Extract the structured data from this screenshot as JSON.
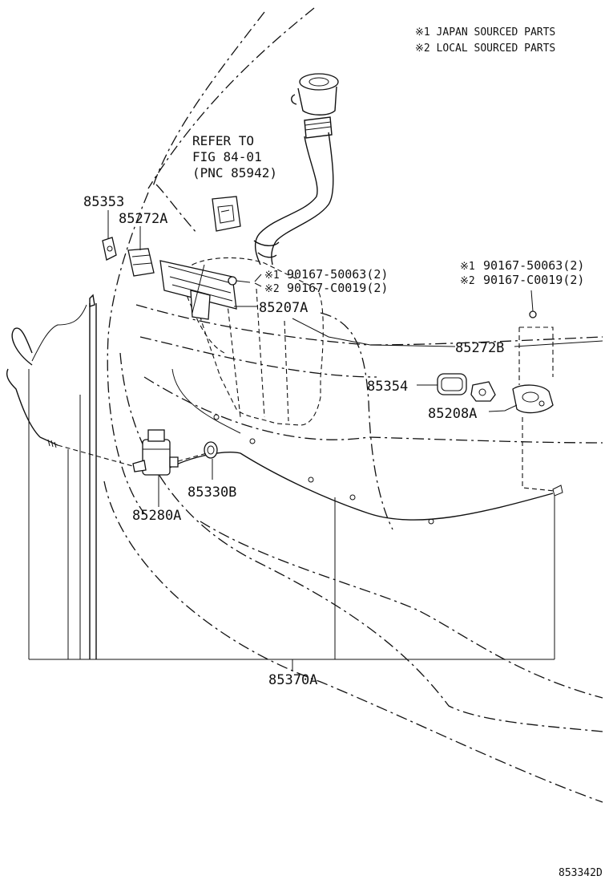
{
  "legend": {
    "line1": "※1 JAPAN SOURCED PARTS",
    "line2": "※2 LOCAL SOURCED PARTS"
  },
  "refer": {
    "line1": "REFER TO",
    "line2": "FIG 84-01",
    "line3": "(PNC 85942)"
  },
  "callouts": {
    "p85353": "85353",
    "p85272A": "85272A",
    "bolt1_mark": "※1",
    "bolt1": "90167-50063(2)",
    "bolt2_mark": "※2",
    "bolt2": "90167-C0019(2)",
    "p85207A": "85207A",
    "bolt3_mark": "※1",
    "bolt3": "90167-50063(2)",
    "bolt4_mark": "※2",
    "bolt4": "90167-C0019(2)",
    "p85272B": "85272B",
    "p85354": "85354",
    "p85208A": "85208A",
    "p85330B": "85330B",
    "p85280A": "85280A",
    "p85370A": "85370A"
  },
  "figure_id": "853342D"
}
